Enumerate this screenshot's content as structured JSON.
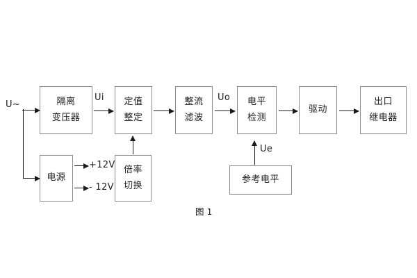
{
  "figure": {
    "caption": "图 1",
    "background": "#ffffff",
    "box_border_color": "#8a8a8a",
    "line_color": "#1a1a1a",
    "text_color": "#222222"
  },
  "input": {
    "source_label": "U~"
  },
  "blocks": [
    {
      "id": "isolation-transformer",
      "lines": [
        "隔离",
        "变压器"
      ]
    },
    {
      "id": "setting-adjustment",
      "lines": [
        "定值",
        "整定"
      ]
    },
    {
      "id": "rectify-filter",
      "lines": [
        "整流",
        "滤波"
      ]
    },
    {
      "id": "level-detection",
      "lines": [
        "电平",
        "检测"
      ]
    },
    {
      "id": "drive",
      "lines": [
        "驱动"
      ]
    },
    {
      "id": "output-relay",
      "lines": [
        "出口",
        "继电器"
      ]
    },
    {
      "id": "power-supply",
      "lines": [
        "电源"
      ]
    },
    {
      "id": "multiplier-switch",
      "lines": [
        "倍率",
        "切换"
      ]
    },
    {
      "id": "reference-level",
      "lines": [
        "参考电平"
      ]
    }
  ],
  "signals": {
    "ui": "Ui",
    "uo": "Uo",
    "ue": "Ue",
    "rail_positive": "+12V",
    "rail_negative": "- 12V"
  }
}
